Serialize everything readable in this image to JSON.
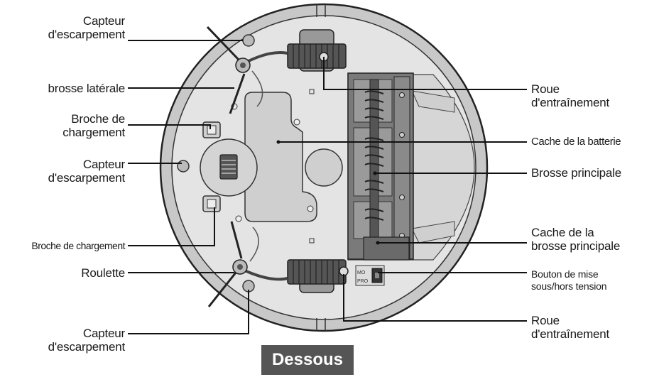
{
  "caption": "Dessous",
  "labels": {
    "capteur_top": [
      "Capteur",
      "d'escarpement"
    ],
    "brosse_laterale": [
      "brosse latérale"
    ],
    "broche_top": [
      "Broche de",
      "chargement"
    ],
    "capteur_mid": [
      "Capteur",
      "d'escarpement"
    ],
    "broche_bottom": [
      "Broche de chargement"
    ],
    "roulette": [
      "Roulette"
    ],
    "capteur_bottom": [
      "Capteur",
      "d'escarpement"
    ],
    "roue_top": [
      "Roue",
      "d'entraînement"
    ],
    "cache_batterie": [
      "Cache de la batterie"
    ],
    "brosse_principale": [
      "Brosse principale"
    ],
    "cache_brosse": [
      "Cache de la",
      "brosse principale"
    ],
    "bouton": [
      "Bouton de mise",
      "sous/hors tension"
    ],
    "roue_bottom": [
      "Roue",
      "d'entraînement"
    ]
  },
  "switch_text": {
    "on": "MO",
    "off": "PRO"
  }
}
